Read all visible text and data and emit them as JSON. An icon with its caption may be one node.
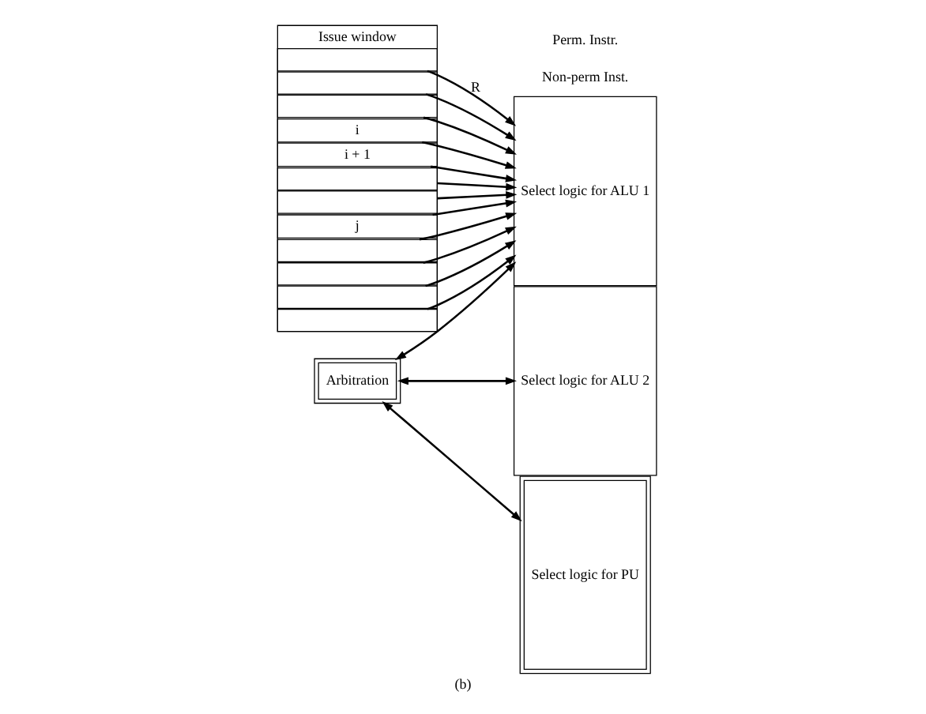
{
  "diagram": {
    "caption": "(b)",
    "nodes": [
      {
        "text": [
          "Issue window"
        ]
      },
      {
        "text": [],
        "shape": "box",
        "in": 0
      },
      {
        "text": [],
        "shape": "box",
        "in": 0
      },
      {
        "text": [],
        "shape": "box",
        "in": 0
      },
      {
        "text": [
          "i"
        ],
        "in": 0
      },
      {
        "text": [
          "i + 1"
        ],
        "in": 0
      },
      {
        "text": [],
        "shape": "box",
        "in": 0
      },
      {
        "text": [],
        "shape": "box",
        "in": 0
      },
      {
        "text": [
          "j"
        ],
        "in": 0
      },
      {
        "text": [],
        "shape": "box",
        "in": 0
      },
      {
        "text": [],
        "shape": "box",
        "in": 0
      },
      {
        "text": [],
        "shape": "box",
        "in": 0
      },
      {
        "text": [],
        "shape": "box",
        "in": 0
      },
      {
        "text": [
          "Arbitration"
        ]
      },
      {
        "text": [
          "Select logic for ALU 1"
        ]
      },
      {
        "text": [
          "Select logic for ALU 2"
        ]
      },
      {
        "text": [
          "Select logic for PU"
        ]
      }
    ],
    "edges": [
      {
        "from": 1,
        "to": 14,
        "arrow": "to",
        "label": "R"
      },
      {
        "from": 2,
        "to": 14,
        "arrow": "to"
      },
      {
        "from": 3,
        "to": 14,
        "arrow": "to"
      },
      {
        "from": 4,
        "to": 14,
        "arrow": "to"
      },
      {
        "from": 5,
        "to": 14,
        "arrow": "to"
      },
      {
        "from": 6,
        "to": 14,
        "arrow": "to"
      },
      {
        "from": 7,
        "to": 14,
        "arrow": "to"
      },
      {
        "from": 8,
        "to": 14,
        "arrow": "to"
      },
      {
        "from": 9,
        "to": 14,
        "arrow": "to"
      },
      {
        "from": 10,
        "to": 14,
        "arrow": "to"
      },
      {
        "from": 11,
        "to": 14,
        "arrow": "to"
      },
      {
        "from": 12,
        "to": 14,
        "arrow": "to"
      },
      {
        "from": 13,
        "to": 14,
        "arrow": "both"
      },
      {
        "from": 13,
        "to": 15,
        "arrow": "both"
      },
      {
        "from": 13,
        "to": 16,
        "arrow": "both"
      }
    ],
    "labels": [
      "Non-perm Inst.",
      "Perm. Instr."
    ]
  }
}
